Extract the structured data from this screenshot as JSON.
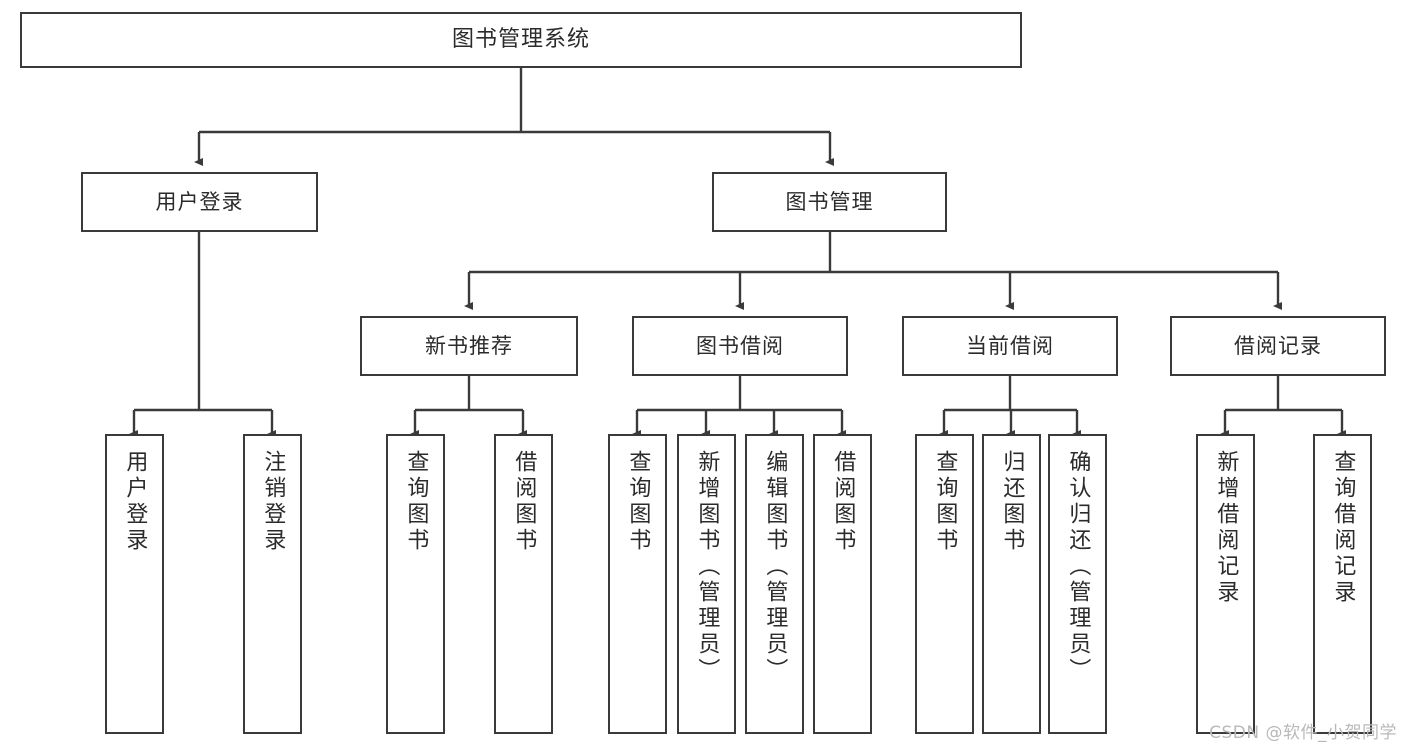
{
  "diagram": {
    "title": "图书管理系统",
    "type": "tree",
    "watermark": "CSDN @软件_小贺同学",
    "colors": {
      "box_border": "#3a3a3a",
      "box_fill": "#ffffff",
      "connector": "#3a3a3a",
      "text": "#2b2b2b",
      "watermark": "#b9b9b9",
      "background": "#ffffff"
    },
    "levels": {
      "root": {
        "label": "图书管理系统"
      },
      "level2": [
        {
          "id": "user-login",
          "label": "用户登录"
        },
        {
          "id": "book-management",
          "label": "图书管理"
        }
      ],
      "level3": [
        {
          "id": "new-book-recommend",
          "label": "新书推荐",
          "parent": "book-management"
        },
        {
          "id": "book-borrow",
          "label": "图书借阅",
          "parent": "book-management"
        },
        {
          "id": "current-borrow",
          "label": "当前借阅",
          "parent": "book-management"
        },
        {
          "id": "borrow-record",
          "label": "借阅记录",
          "parent": "book-management"
        }
      ],
      "leaves": [
        {
          "id": "leaf-user-login",
          "label": "用户登录",
          "parent": "user-login"
        },
        {
          "id": "leaf-logout",
          "label": "注销登录",
          "parent": "user-login"
        },
        {
          "id": "leaf-query-book-1",
          "label": "查询图书",
          "parent": "new-book-recommend"
        },
        {
          "id": "leaf-borrow-book-1",
          "label": "借阅图书",
          "parent": "new-book-recommend"
        },
        {
          "id": "leaf-query-book-2",
          "label": "查询图书",
          "parent": "book-borrow"
        },
        {
          "id": "leaf-add-book",
          "label": "新增图书（管理员）",
          "parent": "book-borrow"
        },
        {
          "id": "leaf-edit-book",
          "label": "编辑图书（管理员）",
          "parent": "book-borrow"
        },
        {
          "id": "leaf-borrow-book-2",
          "label": "借阅图书",
          "parent": "book-borrow"
        },
        {
          "id": "leaf-query-book-3",
          "label": "查询图书",
          "parent": "current-borrow"
        },
        {
          "id": "leaf-return-book",
          "label": "归还图书",
          "parent": "current-borrow"
        },
        {
          "id": "leaf-confirm-return",
          "label": "确认归还（管理员）",
          "parent": "current-borrow"
        },
        {
          "id": "leaf-add-record",
          "label": "新增借阅记录",
          "parent": "borrow-record"
        },
        {
          "id": "leaf-query-record",
          "label": "查询借阅记录",
          "parent": "borrow-record"
        }
      ]
    }
  }
}
